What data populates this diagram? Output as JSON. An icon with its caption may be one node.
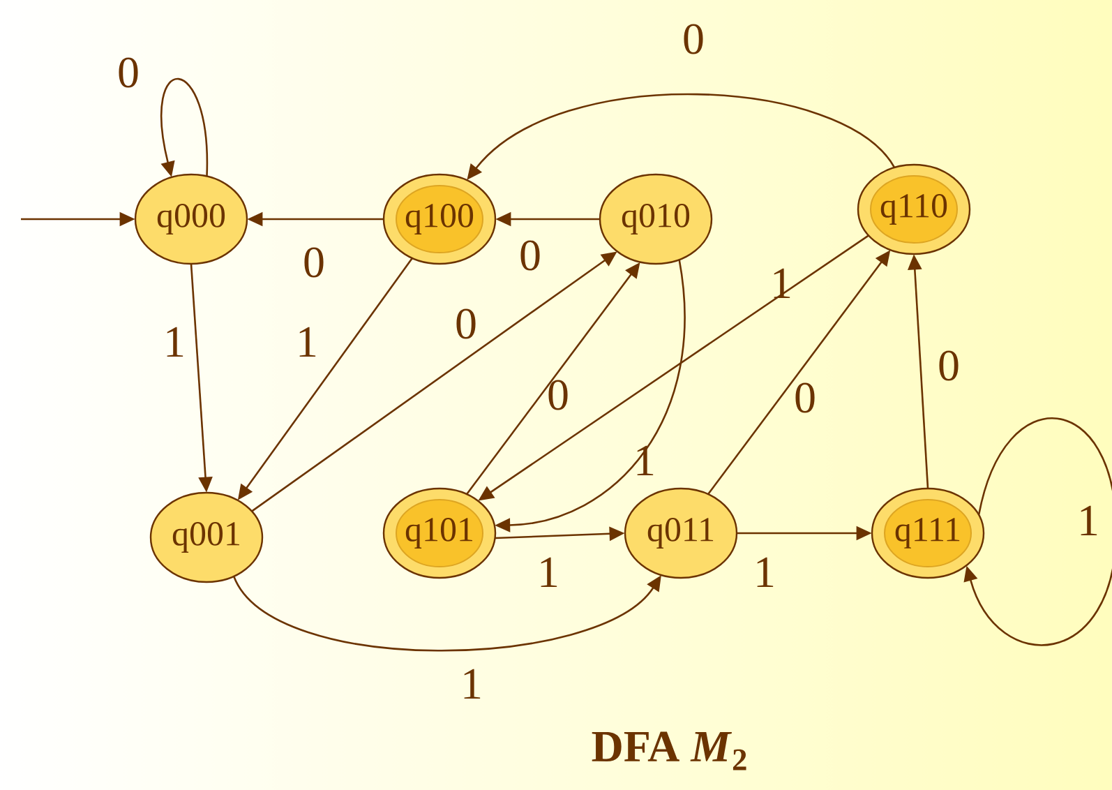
{
  "diagram": {
    "title": "**DFA** *M*$_{2}$",
    "nodes": [
      {
        "text": [
          "q000"
        ]
      },
      {
        "text": [
          "q100"
        ]
      },
      {
        "text": [
          "q010"
        ]
      },
      {
        "text": [
          "q110"
        ]
      },
      {
        "text": [
          "q001"
        ]
      },
      {
        "text": [
          "q101"
        ]
      },
      {
        "text": [
          "q011"
        ]
      },
      {
        "text": [
          "q111"
        ]
      }
    ],
    "edges": [
      {
        "from": null,
        "to": 0,
        "arrow": "to"
      },
      {
        "from": 0,
        "to": 0,
        "arrow": "to",
        "label": "0"
      },
      {
        "from": 1,
        "to": 0,
        "arrow": "to",
        "label": "0"
      },
      {
        "from": 0,
        "to": 4,
        "arrow": "to",
        "label": "1"
      },
      {
        "from": 1,
        "to": 4,
        "arrow": "to",
        "label": "1"
      },
      {
        "from": 2,
        "to": 1,
        "arrow": "to",
        "label": "0"
      },
      {
        "from": 2,
        "to": 5,
        "arrow": "to",
        "label": "1"
      },
      {
        "from": 4,
        "to": 2,
        "arrow": "to",
        "label": "0"
      },
      {
        "from": 4,
        "to": 6,
        "arrow": "to",
        "label": "1"
      },
      {
        "from": 5,
        "to": 2,
        "arrow": "to",
        "label": "0"
      },
      {
        "from": 5,
        "to": 6,
        "arrow": "to",
        "label": "1"
      },
      {
        "from": 6,
        "to": 3,
        "arrow": "to",
        "label": "0"
      },
      {
        "from": 6,
        "to": 7,
        "arrow": "to",
        "label": "1"
      },
      {
        "from": 3,
        "to": 1,
        "arrow": "to",
        "label": "0"
      },
      {
        "from": 3,
        "to": 5,
        "arrow": "to",
        "label": "1"
      },
      {
        "from": 7,
        "to": 3,
        "arrow": "to",
        "label": "0"
      },
      {
        "from": 7,
        "to": 7,
        "arrow": "to",
        "label": "1"
      }
    ]
  }
}
